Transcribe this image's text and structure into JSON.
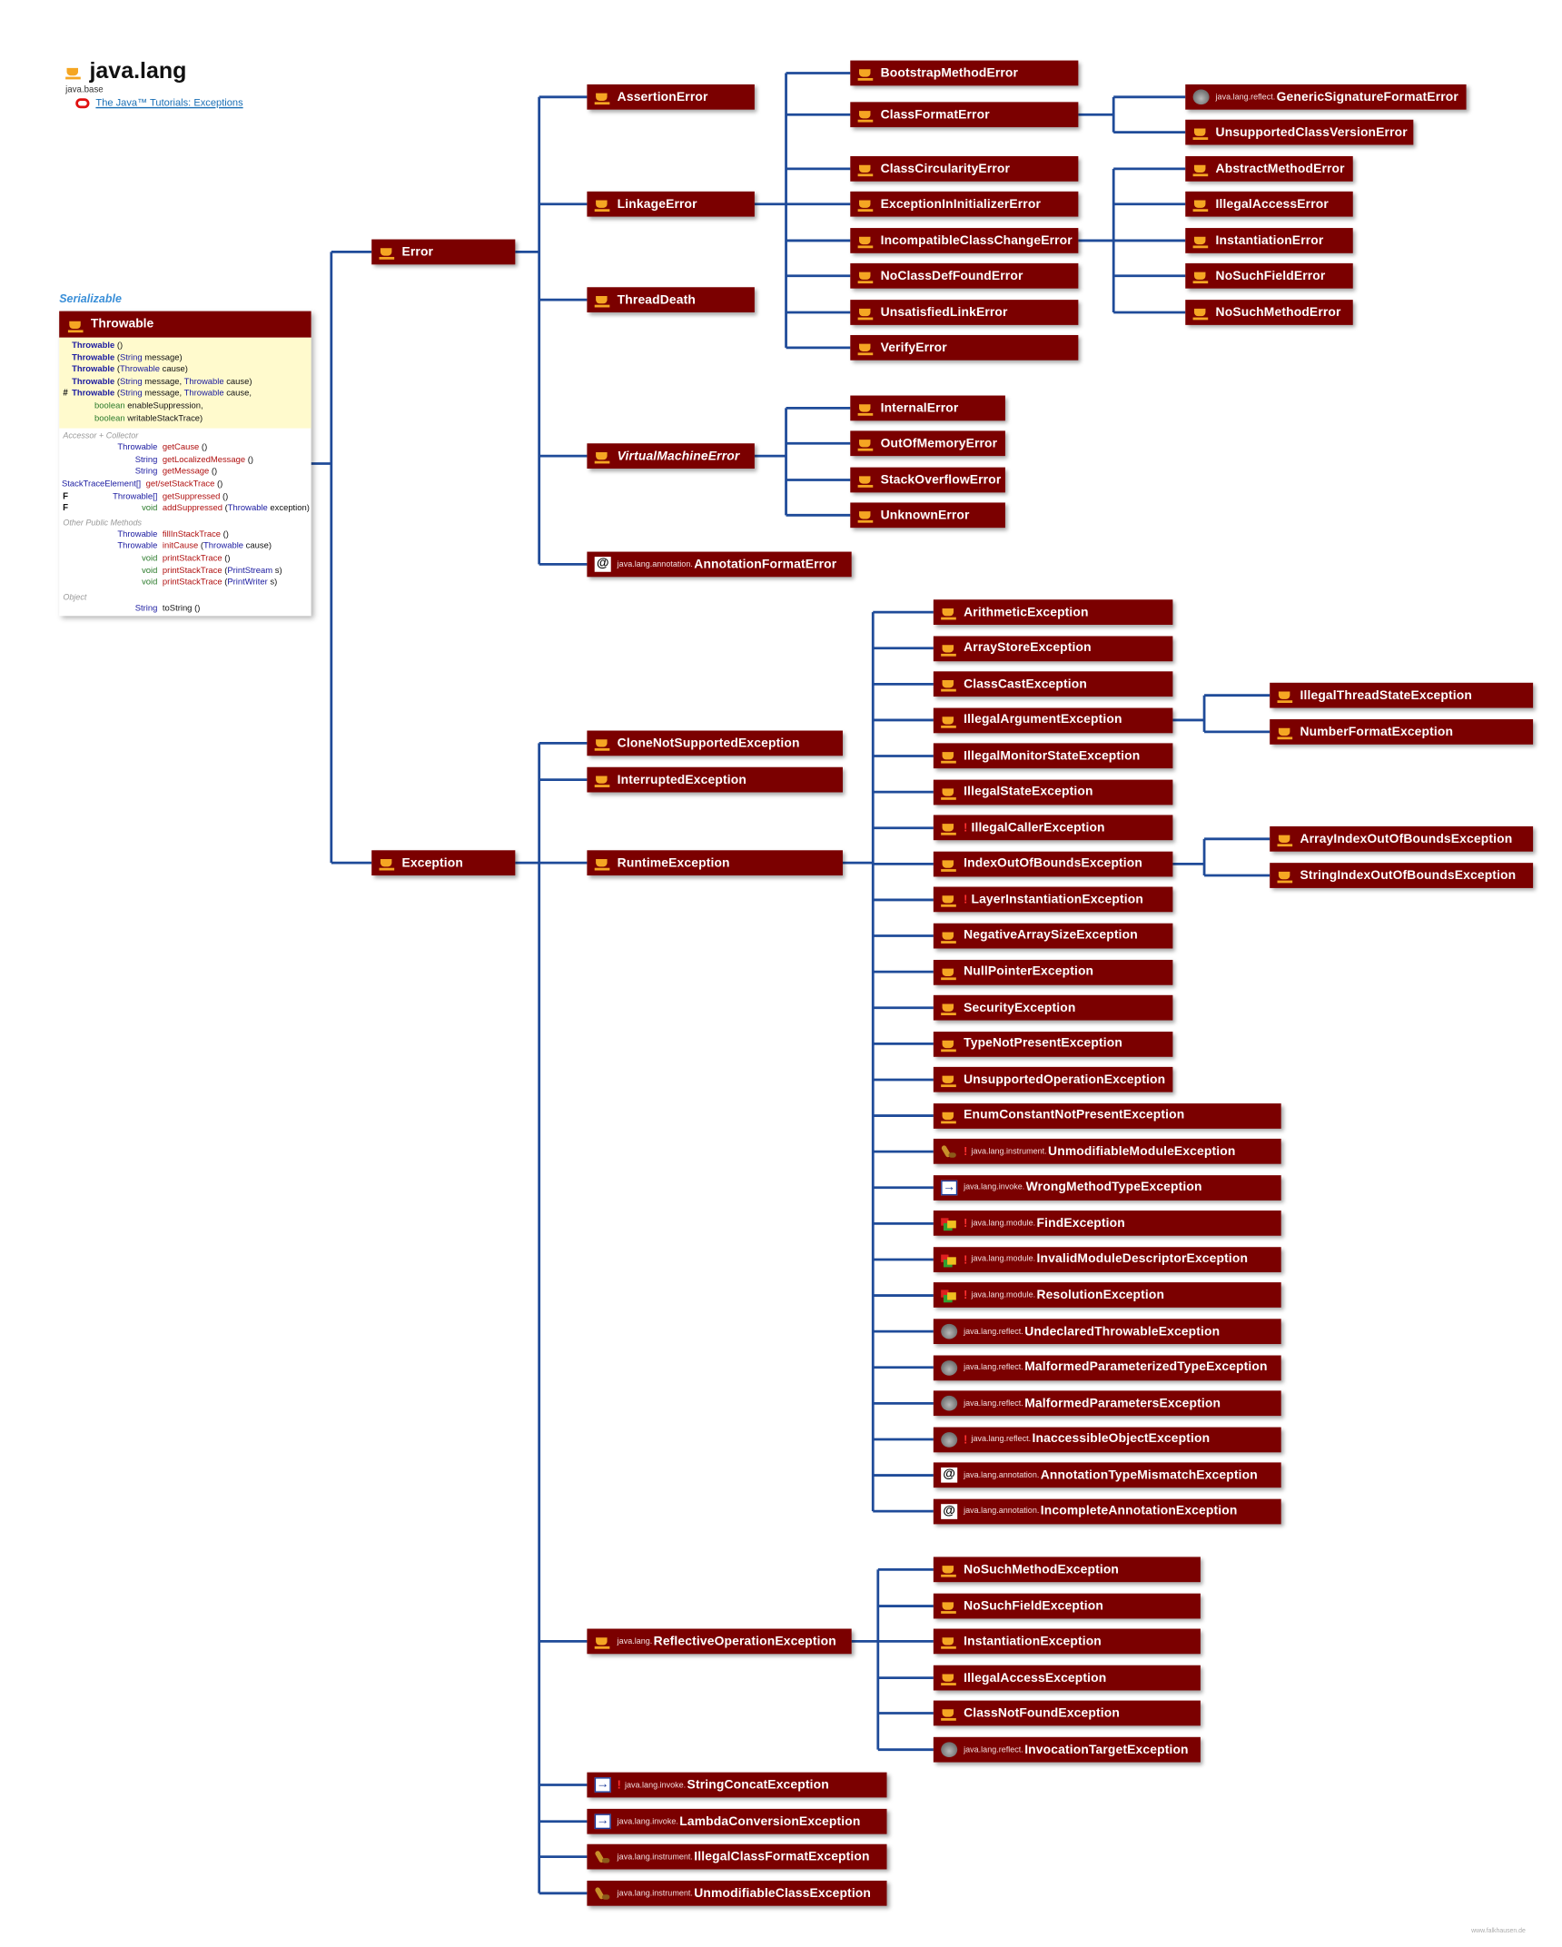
{
  "header": {
    "title": "java.lang",
    "module": "java.base",
    "tutorial_link": "The Java™ Tutorials: Exceptions"
  },
  "interface_label": "Serializable",
  "throwable": {
    "name": "Throwable",
    "constructors": [
      {
        "marker": "",
        "text": "Throwable ()"
      },
      {
        "marker": "",
        "text": "Throwable (String message)"
      },
      {
        "marker": "",
        "text": "Throwable (Throwable cause)"
      },
      {
        "marker": "",
        "text": "Throwable (String message, Throwable cause)"
      },
      {
        "marker": "#",
        "text": "Throwable (String message, Throwable cause,"
      },
      {
        "marker": "",
        "text": "boolean enableSuppression,"
      },
      {
        "marker": "",
        "text": "boolean writableStackTrace)"
      }
    ],
    "sections": [
      {
        "label": "Accessor + Collector",
        "rows": [
          {
            "marker": "",
            "type": "Throwable",
            "method": "getCause ()"
          },
          {
            "marker": "",
            "type": "String",
            "method": "getLocalizedMessage ()"
          },
          {
            "marker": "",
            "type": "String",
            "method": "getMessage ()"
          },
          {
            "marker": "",
            "type": "StackTraceElement[]",
            "method": "get/setStackTrace ()"
          },
          {
            "marker": "F",
            "type": "Throwable[]",
            "method": "getSuppressed ()"
          },
          {
            "marker": "F",
            "type": "void",
            "method": "addSuppressed (Throwable exception)"
          }
        ]
      },
      {
        "label": "Other Public Methods",
        "rows": [
          {
            "marker": "",
            "type": "Throwable",
            "method": "fillInStackTrace ()"
          },
          {
            "marker": "",
            "type": "Throwable",
            "method": "initCause (Throwable cause)"
          },
          {
            "marker": "",
            "type": "void",
            "method": "printStackTrace ()"
          },
          {
            "marker": "",
            "type": "void",
            "method": "printStackTrace (PrintStream s)"
          },
          {
            "marker": "",
            "type": "void",
            "method": "printStackTrace (PrintWriter s)"
          }
        ]
      },
      {
        "label": "Object",
        "rows": [
          {
            "marker": "",
            "type": "String",
            "method": "toString ()"
          }
        ]
      }
    ]
  },
  "nodes": [
    {
      "name": "Error",
      "pkg": "",
      "icon": "cup",
      "mark": "",
      "italic": false
    },
    {
      "name": "Exception",
      "pkg": "",
      "icon": "cup",
      "mark": "",
      "italic": false
    },
    {
      "name": "AssertionError",
      "pkg": "",
      "icon": "cup",
      "mark": "",
      "italic": false
    },
    {
      "name": "LinkageError",
      "pkg": "",
      "icon": "cup",
      "mark": "",
      "italic": false
    },
    {
      "name": "ThreadDeath",
      "pkg": "",
      "icon": "cup",
      "mark": "",
      "italic": false
    },
    {
      "name": "VirtualMachineError",
      "pkg": "",
      "icon": "cup",
      "mark": "",
      "italic": true
    },
    {
      "name": "AnnotationFormatError",
      "pkg": "java.lang.annotation.",
      "icon": "at",
      "mark": "",
      "italic": false
    },
    {
      "name": "BootstrapMethodError",
      "pkg": "",
      "icon": "cup",
      "mark": "",
      "italic": false
    },
    {
      "name": "ClassFormatError",
      "pkg": "",
      "icon": "cup",
      "mark": "",
      "italic": false
    },
    {
      "name": "ClassCircularityError",
      "pkg": "",
      "icon": "cup",
      "mark": "",
      "italic": false
    },
    {
      "name": "ExceptionInInitializerError",
      "pkg": "",
      "icon": "cup",
      "mark": "",
      "italic": false
    },
    {
      "name": "IncompatibleClassChangeError",
      "pkg": "",
      "icon": "cup",
      "mark": "",
      "italic": false
    },
    {
      "name": "NoClassDefFoundError",
      "pkg": "",
      "icon": "cup",
      "mark": "",
      "italic": false
    },
    {
      "name": "UnsatisfiedLinkError",
      "pkg": "",
      "icon": "cup",
      "mark": "",
      "italic": false
    },
    {
      "name": "VerifyError",
      "pkg": "",
      "icon": "cup",
      "mark": "",
      "italic": false
    },
    {
      "name": "GenericSignatureFormatError",
      "pkg": "java.lang.reflect.",
      "icon": "mirror",
      "mark": "",
      "italic": false
    },
    {
      "name": "UnsupportedClassVersionError",
      "pkg": "",
      "icon": "cup",
      "mark": "",
      "italic": false
    },
    {
      "name": "AbstractMethodError",
      "pkg": "",
      "icon": "cup",
      "mark": "",
      "italic": false
    },
    {
      "name": "IllegalAccessError",
      "pkg": "",
      "icon": "cup",
      "mark": "",
      "italic": false
    },
    {
      "name": "InstantiationError",
      "pkg": "",
      "icon": "cup",
      "mark": "",
      "italic": false
    },
    {
      "name": "NoSuchFieldError",
      "pkg": "",
      "icon": "cup",
      "mark": "",
      "italic": false
    },
    {
      "name": "NoSuchMethodError",
      "pkg": "",
      "icon": "cup",
      "mark": "",
      "italic": false
    },
    {
      "name": "InternalError",
      "pkg": "",
      "icon": "cup",
      "mark": "",
      "italic": false
    },
    {
      "name": "OutOfMemoryError",
      "pkg": "",
      "icon": "cup",
      "mark": "",
      "italic": false
    },
    {
      "name": "StackOverflowError",
      "pkg": "",
      "icon": "cup",
      "mark": "",
      "italic": false
    },
    {
      "name": "UnknownError",
      "pkg": "",
      "icon": "cup",
      "mark": "",
      "italic": false
    },
    {
      "name": "CloneNotSupportedException",
      "pkg": "",
      "icon": "cup",
      "mark": "",
      "italic": false
    },
    {
      "name": "InterruptedException",
      "pkg": "",
      "icon": "cup",
      "mark": "",
      "italic": false
    },
    {
      "name": "RuntimeException",
      "pkg": "",
      "icon": "cup",
      "mark": "",
      "italic": false
    },
    {
      "name": "ReflectiveOperationException",
      "pkg": "java.lang.",
      "icon": "cup",
      "mark": "",
      "italic": false
    },
    {
      "name": "StringConcatException",
      "pkg": "java.lang.invoke.",
      "icon": "arrow",
      "mark": "!",
      "italic": false
    },
    {
      "name": "LambdaConversionException",
      "pkg": "java.lang.invoke.",
      "icon": "arrow",
      "mark": "",
      "italic": false
    },
    {
      "name": "IllegalClassFormatException",
      "pkg": "java.lang.instrument.",
      "icon": "sax",
      "mark": "",
      "italic": false
    },
    {
      "name": "UnmodifiableClassException",
      "pkg": "java.lang.instrument.",
      "icon": "sax",
      "mark": "",
      "italic": false
    },
    {
      "name": "ArithmeticException",
      "pkg": "",
      "icon": "cup",
      "mark": "",
      "italic": false
    },
    {
      "name": "ArrayStoreException",
      "pkg": "",
      "icon": "cup",
      "mark": "",
      "italic": false
    },
    {
      "name": "ClassCastException",
      "pkg": "",
      "icon": "cup",
      "mark": "",
      "italic": false
    },
    {
      "name": "IllegalArgumentException",
      "pkg": "",
      "icon": "cup",
      "mark": "",
      "italic": false
    },
    {
      "name": "IllegalMonitorStateException",
      "pkg": "",
      "icon": "cup",
      "mark": "",
      "italic": false
    },
    {
      "name": "IllegalStateException",
      "pkg": "",
      "icon": "cup",
      "mark": "",
      "italic": false
    },
    {
      "name": "IllegalCallerException",
      "pkg": "",
      "icon": "cup",
      "mark": "!",
      "italic": false
    },
    {
      "name": "IndexOutOfBoundsException",
      "pkg": "",
      "icon": "cup",
      "mark": "",
      "italic": false
    },
    {
      "name": "LayerInstantiationException",
      "pkg": "",
      "icon": "cup",
      "mark": "!",
      "italic": false
    },
    {
      "name": "NegativeArraySizeException",
      "pkg": "",
      "icon": "cup",
      "mark": "",
      "italic": false
    },
    {
      "name": "NullPointerException",
      "pkg": "",
      "icon": "cup",
      "mark": "",
      "italic": false
    },
    {
      "name": "SecurityException",
      "pkg": "",
      "icon": "cup",
      "mark": "",
      "italic": false
    },
    {
      "name": "TypeNotPresentException",
      "pkg": "",
      "icon": "cup",
      "mark": "",
      "italic": false
    },
    {
      "name": "UnsupportedOperationException",
      "pkg": "",
      "icon": "cup",
      "mark": "",
      "italic": false
    },
    {
      "name": "EnumConstantNotPresentException",
      "pkg": "",
      "icon": "cup",
      "mark": "",
      "italic": false
    },
    {
      "name": "UnmodifiableModuleException",
      "pkg": "java.lang.instrument.",
      "icon": "sax",
      "mark": "!",
      "italic": false
    },
    {
      "name": "WrongMethodTypeException",
      "pkg": "java.lang.invoke.",
      "icon": "arrow",
      "mark": "",
      "italic": false
    },
    {
      "name": "FindException",
      "pkg": "java.lang.module.",
      "icon": "blocks",
      "mark": "!",
      "italic": false
    },
    {
      "name": "InvalidModuleDescriptorException",
      "pkg": "java.lang.module.",
      "icon": "blocks",
      "mark": "!",
      "italic": false
    },
    {
      "name": "ResolutionException",
      "pkg": "java.lang.module.",
      "icon": "blocks",
      "mark": "!",
      "italic": false
    },
    {
      "name": "UndeclaredThrowableException",
      "pkg": "java.lang.reflect.",
      "icon": "mirror",
      "mark": "",
      "italic": false
    },
    {
      "name": "MalformedParameterizedTypeException",
      "pkg": "java.lang.reflect.",
      "icon": "mirror",
      "mark": "",
      "italic": false
    },
    {
      "name": "MalformedParametersException",
      "pkg": "java.lang.reflect.",
      "icon": "mirror",
      "mark": "",
      "italic": false
    },
    {
      "name": "InaccessibleObjectException",
      "pkg": "java.lang.reflect.",
      "icon": "mirror",
      "mark": "!",
      "italic": false
    },
    {
      "name": "AnnotationTypeMismatchException",
      "pkg": "java.lang.annotation.",
      "icon": "at",
      "mark": "",
      "italic": false
    },
    {
      "name": "IncompleteAnnotationException",
      "pkg": "java.lang.annotation.",
      "icon": "at",
      "mark": "",
      "italic": false
    },
    {
      "name": "IllegalThreadStateException",
      "pkg": "",
      "icon": "cup",
      "mark": "",
      "italic": false
    },
    {
      "name": "NumberFormatException",
      "pkg": "",
      "icon": "cup",
      "mark": "",
      "italic": false
    },
    {
      "name": "ArrayIndexOutOfBoundsException",
      "pkg": "",
      "icon": "cup",
      "mark": "",
      "italic": false
    },
    {
      "name": "StringIndexOutOfBoundsException",
      "pkg": "",
      "icon": "cup",
      "mark": "",
      "italic": false
    },
    {
      "name": "NoSuchMethodException",
      "pkg": "",
      "icon": "cup",
      "mark": "",
      "italic": false
    },
    {
      "name": "NoSuchFieldException",
      "pkg": "",
      "icon": "cup",
      "mark": "",
      "italic": false
    },
    {
      "name": "InstantiationException",
      "pkg": "",
      "icon": "cup",
      "mark": "",
      "italic": false
    },
    {
      "name": "IllegalAccessException",
      "pkg": "",
      "icon": "cup",
      "mark": "",
      "italic": false
    },
    {
      "name": "ClassNotFoundException",
      "pkg": "",
      "icon": "cup",
      "mark": "",
      "italic": false
    },
    {
      "name": "InvocationTargetException",
      "pkg": "java.lang.reflect.",
      "icon": "mirror",
      "mark": "",
      "italic": false
    }
  ],
  "edges": [
    [
      "Throwable",
      "Error"
    ],
    [
      "Throwable",
      "Exception"
    ],
    [
      "Error",
      "AssertionError"
    ],
    [
      "Error",
      "LinkageError"
    ],
    [
      "Error",
      "ThreadDeath"
    ],
    [
      "Error",
      "VirtualMachineError"
    ],
    [
      "Error",
      "AnnotationFormatError"
    ],
    [
      "LinkageError",
      "BootstrapMethodError"
    ],
    [
      "LinkageError",
      "ClassFormatError"
    ],
    [
      "LinkageError",
      "ClassCircularityError"
    ],
    [
      "LinkageError",
      "ExceptionInInitializerError"
    ],
    [
      "LinkageError",
      "IncompatibleClassChangeError"
    ],
    [
      "LinkageError",
      "NoClassDefFoundError"
    ],
    [
      "LinkageError",
      "UnsatisfiedLinkError"
    ],
    [
      "LinkageError",
      "VerifyError"
    ],
    [
      "ClassFormatError",
      "GenericSignatureFormatError"
    ],
    [
      "ClassFormatError",
      "UnsupportedClassVersionError"
    ],
    [
      "IncompatibleClassChangeError",
      "AbstractMethodError"
    ],
    [
      "IncompatibleClassChangeError",
      "IllegalAccessError"
    ],
    [
      "IncompatibleClassChangeError",
      "InstantiationError"
    ],
    [
      "IncompatibleClassChangeError",
      "NoSuchFieldError"
    ],
    [
      "IncompatibleClassChangeError",
      "NoSuchMethodError"
    ],
    [
      "VirtualMachineError",
      "InternalError"
    ],
    [
      "VirtualMachineError",
      "OutOfMemoryError"
    ],
    [
      "VirtualMachineError",
      "StackOverflowError"
    ],
    [
      "VirtualMachineError",
      "UnknownError"
    ],
    [
      "Exception",
      "CloneNotSupportedException"
    ],
    [
      "Exception",
      "InterruptedException"
    ],
    [
      "Exception",
      "RuntimeException"
    ],
    [
      "Exception",
      "ReflectiveOperationException"
    ],
    [
      "Exception",
      "StringConcatException"
    ],
    [
      "Exception",
      "LambdaConversionException"
    ],
    [
      "Exception",
      "IllegalClassFormatException"
    ],
    [
      "Exception",
      "UnmodifiableClassException"
    ],
    [
      "RuntimeException",
      "ArithmeticException"
    ],
    [
      "RuntimeException",
      "ArrayStoreException"
    ],
    [
      "RuntimeException",
      "ClassCastException"
    ],
    [
      "RuntimeException",
      "IllegalArgumentException"
    ],
    [
      "RuntimeException",
      "IllegalMonitorStateException"
    ],
    [
      "RuntimeException",
      "IllegalStateException"
    ],
    [
      "RuntimeException",
      "IllegalCallerException"
    ],
    [
      "RuntimeException",
      "IndexOutOfBoundsException"
    ],
    [
      "RuntimeException",
      "LayerInstantiationException"
    ],
    [
      "RuntimeException",
      "NegativeArraySizeException"
    ],
    [
      "RuntimeException",
      "NullPointerException"
    ],
    [
      "RuntimeException",
      "SecurityException"
    ],
    [
      "RuntimeException",
      "TypeNotPresentException"
    ],
    [
      "RuntimeException",
      "UnsupportedOperationException"
    ],
    [
      "RuntimeException",
      "EnumConstantNotPresentException"
    ],
    [
      "RuntimeException",
      "UnmodifiableModuleException"
    ],
    [
      "RuntimeException",
      "WrongMethodTypeException"
    ],
    [
      "RuntimeException",
      "FindException"
    ],
    [
      "RuntimeException",
      "InvalidModuleDescriptorException"
    ],
    [
      "RuntimeException",
      "ResolutionException"
    ],
    [
      "RuntimeException",
      "UndeclaredThrowableException"
    ],
    [
      "RuntimeException",
      "MalformedParameterizedTypeException"
    ],
    [
      "RuntimeException",
      "MalformedParametersException"
    ],
    [
      "RuntimeException",
      "InaccessibleObjectException"
    ],
    [
      "RuntimeException",
      "AnnotationTypeMismatchException"
    ],
    [
      "RuntimeException",
      "IncompleteAnnotationException"
    ],
    [
      "IllegalArgumentException",
      "IllegalThreadStateException"
    ],
    [
      "IllegalArgumentException",
      "NumberFormatException"
    ],
    [
      "IndexOutOfBoundsException",
      "ArrayIndexOutOfBoundsException"
    ],
    [
      "IndexOutOfBoundsException",
      "StringIndexOutOfBoundsException"
    ],
    [
      "ReflectiveOperationException",
      "NoSuchMethodException"
    ],
    [
      "ReflectiveOperationException",
      "NoSuchFieldException"
    ],
    [
      "ReflectiveOperationException",
      "InstantiationException"
    ],
    [
      "ReflectiveOperationException",
      "IllegalAccessException"
    ],
    [
      "ReflectiveOperationException",
      "ClassNotFoundException"
    ],
    [
      "ReflectiveOperationException",
      "InvocationTargetException"
    ]
  ],
  "colors": {
    "node": "#7b0000",
    "line": "#1f4b99",
    "interface": "#3a8fd8",
    "ctor_bg": "#fffacd"
  },
  "credit": "www.falkhausen.de"
}
